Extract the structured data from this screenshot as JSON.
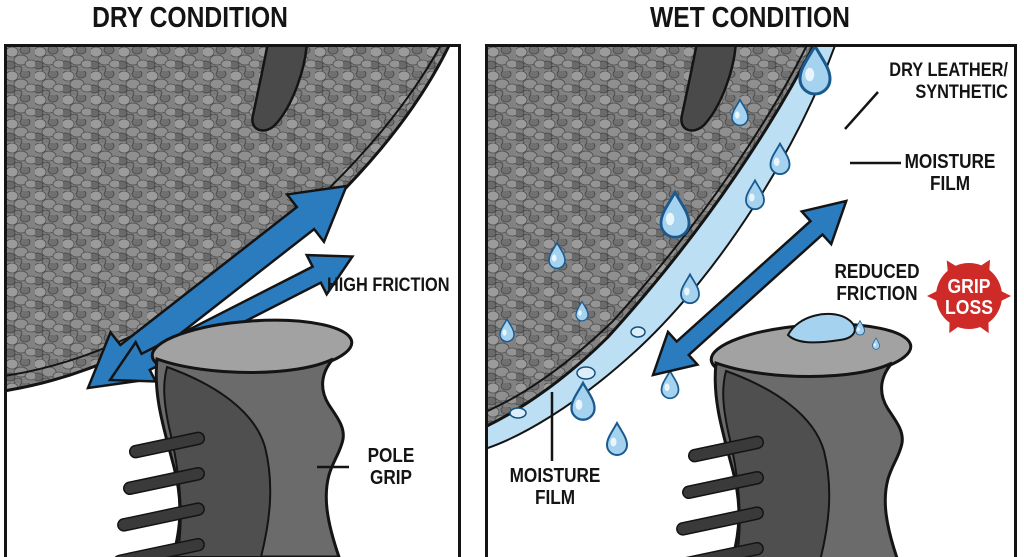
{
  "titles": {
    "dry": "DRY CONDITION",
    "wet": "WET CONDITION"
  },
  "dry_panel": {
    "high_friction": "HIGH FRICTION",
    "pole_grip_line1": "POLE",
    "pole_grip_line2": "GRIP"
  },
  "wet_panel": {
    "dry_leather_line1": "DRY LEATHER/",
    "dry_leather_line2": "SYNTHETIC",
    "moisture_film_right_line1": "MOISTURE",
    "moisture_film_right_line2": "FILM",
    "reduced_line1": "REDUCED",
    "reduced_line2": "FRICTION",
    "grip_loss_line1": "GRIP",
    "grip_loss_line2": "LOSS",
    "moisture_film_bottom_line1": "MOISTURE",
    "moisture_film_bottom_line2": "FILM"
  },
  "colors": {
    "arrow_blue": "#2a7cbf",
    "film_blue": "#bcdff4",
    "drop_blue": "#a5d2ef",
    "drop_outline": "#1b5a8e",
    "badge_red": "#ce2a27",
    "ink": "#141414"
  }
}
